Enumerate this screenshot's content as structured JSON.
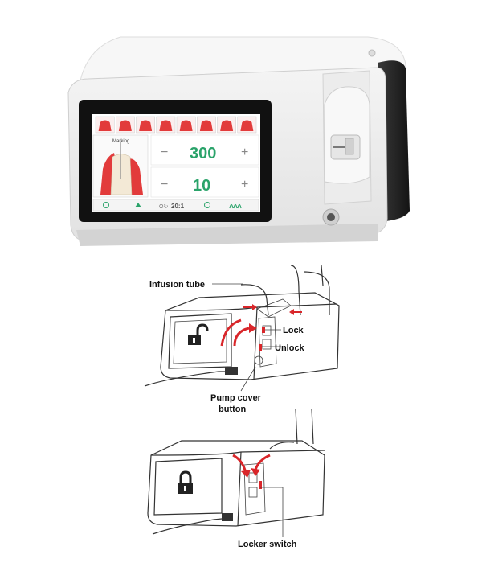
{
  "device": {
    "screen": {
      "procedure_label": "Marking",
      "speed_value": "300",
      "flow_value": "10",
      "minus_symbol": "−",
      "plus_symbol": "+",
      "ratio_label": "20:1",
      "ratio_prefix": "O↻",
      "tooth_tab_count": 8
    },
    "accent_color": "#2aa36a",
    "tooth_color": "#e23b3b"
  },
  "callouts": {
    "infusion_tube": "Infusion tube",
    "lock": "Lock",
    "unlock": "Unlock",
    "pump_cover_button_line1": "Pump cover",
    "pump_cover_button_line2": "button",
    "locker_switch": "Locker switch"
  },
  "arrow_color": "#d9262a"
}
